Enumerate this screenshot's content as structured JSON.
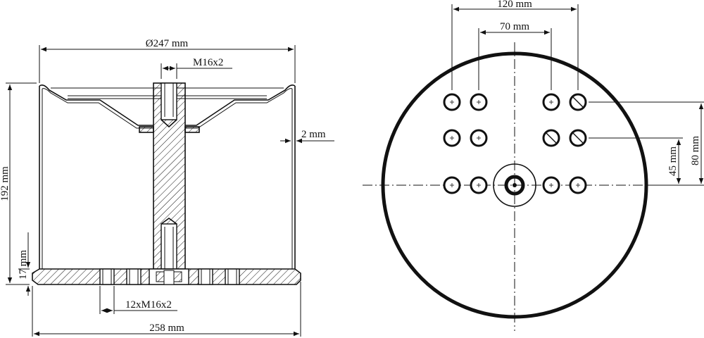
{
  "labels": {
    "diameter_top": "Ø247 mm",
    "thread_top": "M16x2",
    "wall_thickness": "2 mm",
    "height_total": "192 mm",
    "height_base": "17 mm",
    "bottom_threads": "12xM16x2",
    "width_base": "258 mm",
    "spacing_outer": "120 mm",
    "spacing_inner": "70 mm",
    "offset_row2": "45 mm",
    "offset_row1": "80 mm"
  }
}
